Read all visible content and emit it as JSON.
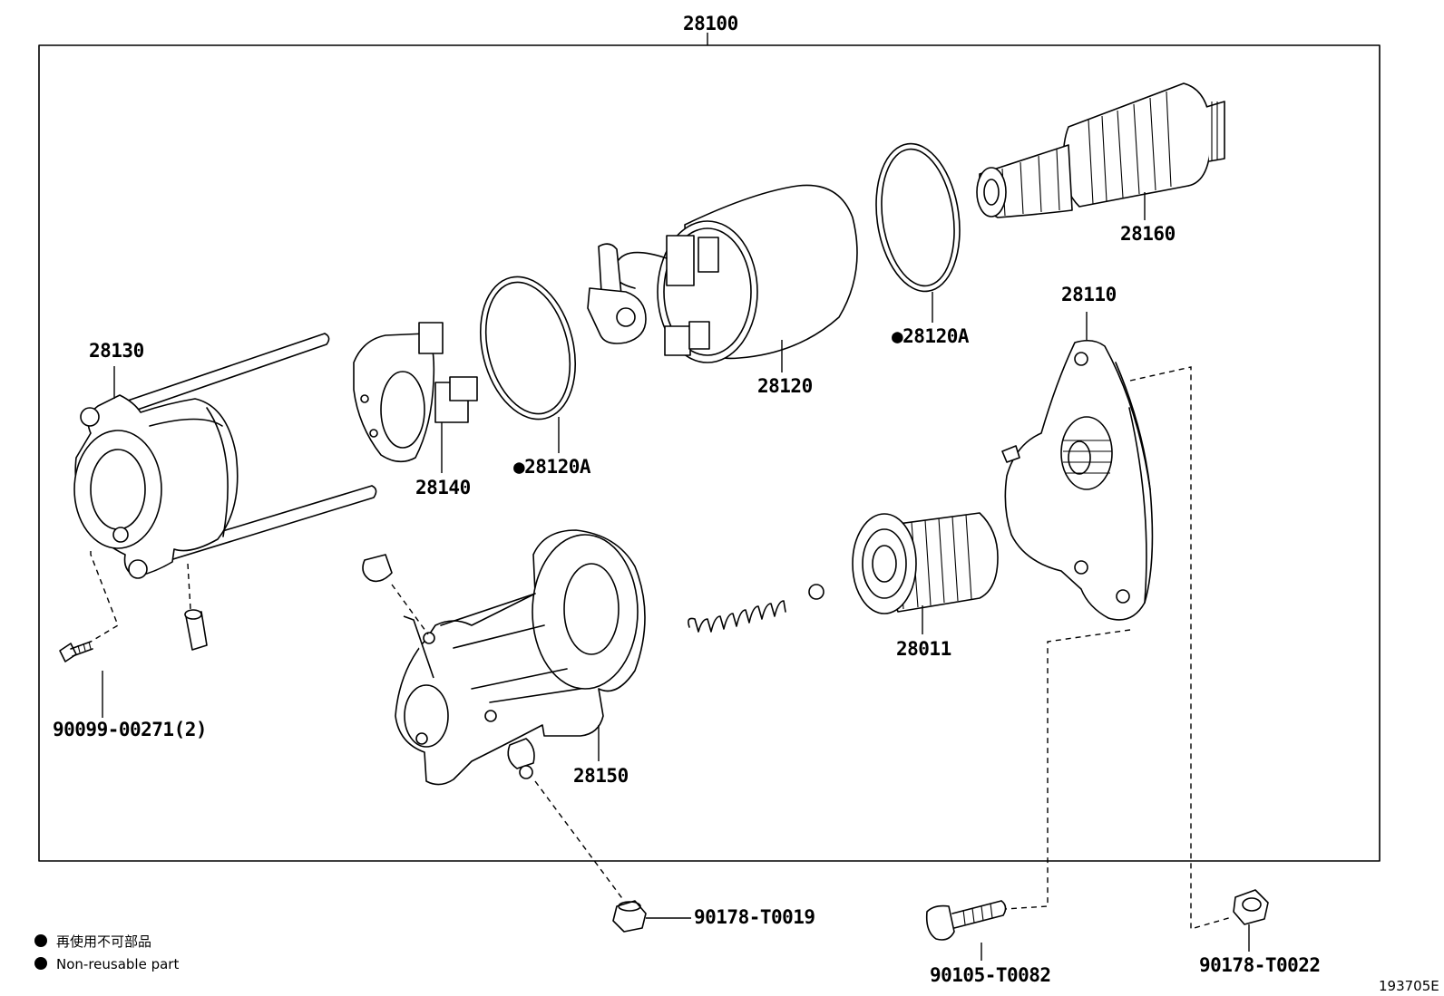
{
  "diagram": {
    "assembly_number": "28100",
    "parts": {
      "armature": "28160",
      "gear_housing": "28110",
      "yoke": "28130",
      "brush_holder": "28140",
      "field_frame": "28120",
      "o_ring_left": "●28120A",
      "o_ring_right": "●28120A",
      "clutch": "28011",
      "magnetic_switch": "28150",
      "through_bolt": "90099-00271(2)",
      "nut_switch": "90178-T0019",
      "bolt_housing": "90105-T0082",
      "nut_housing": "90178-T0022"
    },
    "legend": {
      "japanese": "再使用不可部品",
      "english": "Non-reusable part"
    },
    "figure_code": "193705E"
  }
}
